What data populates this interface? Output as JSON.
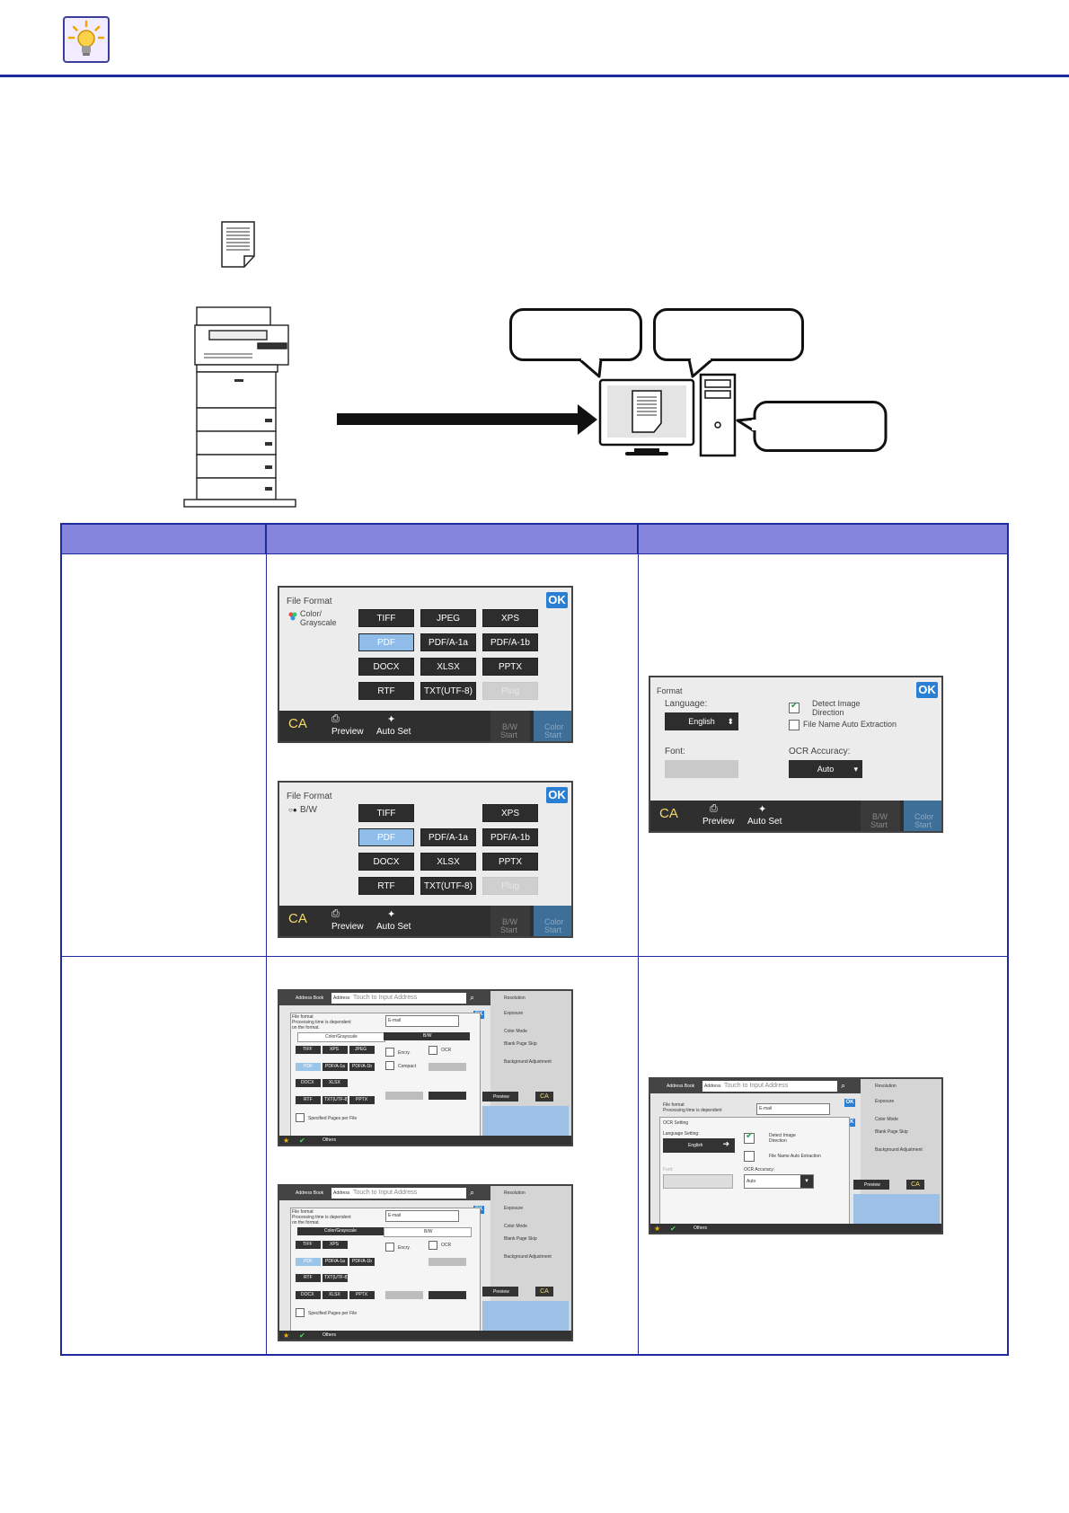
{
  "header": {
    "icon": "lightbulb-icon",
    "rule_color": "#1f2a9c"
  },
  "illustration": {
    "document_icon": "document-icon",
    "printer_icon": "multifunction-printer-icon",
    "computer_icon": "desktop-computer-icon"
  },
  "table": {
    "header_color": "#8685dc",
    "border_color": "#1f2a9c"
  },
  "screens": {
    "file_format_color": {
      "title": "File Format",
      "mode": "Color/ Grayscale",
      "buttons": [
        "TIFF",
        "JPEG",
        "XPS",
        "PDF",
        "PDF/A-1a",
        "PDF/A-1b",
        "DOCX",
        "XLSX",
        "PPTX",
        "RTF",
        "TXT(UTF-8)",
        "Plug"
      ],
      "ok": "OK",
      "bar": {
        "ca": "CA",
        "preview": "Preview",
        "auto_set": "Auto Set",
        "bw_1": "B/W",
        "bw_2": "Start",
        "color_1": "Color",
        "color_2": "Start"
      }
    },
    "file_format_bw": {
      "title": "File Format",
      "mode": "B/W",
      "buttons": [
        "TIFF",
        "XPS",
        "PDF",
        "PDF/A-1a",
        "PDF/A-1b",
        "DOCX",
        "XLSX",
        "PPTX",
        "RTF",
        "TXT(UTF-8)",
        "Plug"
      ],
      "ok": "OK",
      "bar": {
        "ca": "CA",
        "preview": "Preview",
        "auto_set": "Auto Set",
        "bw_1": "B/W",
        "bw_2": "Start",
        "color_1": "Color",
        "color_2": "Start"
      }
    },
    "ocr_format": {
      "title": "Format",
      "language_label": "Language:",
      "language_value": "English",
      "detect_1": "Detect Image",
      "detect_2": "Direction",
      "file_name": "File Name Auto Extraction",
      "font_label": "Font:",
      "ocr_label": "OCR Accuracy:",
      "ocr_value": "Auto",
      "ok": "OK",
      "bar": {
        "ca": "CA",
        "preview": "Preview",
        "auto_set": "Auto Set",
        "bw_1": "B/W",
        "bw_2": "Start",
        "color_1": "Color",
        "color_2": "Start"
      }
    },
    "address_color": {
      "address_book": "Address Book",
      "address": "Address",
      "placeholder": "Touch to Input Address",
      "file_format_1": "File format",
      "file_format_2": "Processing time is dependent",
      "file_format_3": "on the format.",
      "email": "E-mail",
      "tab_color": "Color/Grayscale",
      "tab_bw": "B/W",
      "b1": "TIFF",
      "b2": "XPS",
      "b3": "JPEG",
      "b4": "PDF",
      "b5": "PDF/A-1a",
      "b6": "PDF/A-1b",
      "b7": "DOCX",
      "b8": "XLSX",
      "b9": "PPTX",
      "b10": "RTF",
      "b11": "TXT(UTF-8)",
      "encrypt": "Encry.",
      "compact": "Compact",
      "ocr": "OCR",
      "specified": "Specified Pages per File",
      "others": "Others",
      "side_1": "Resolution",
      "side_2": "Exposure",
      "side_3": "Color Mode",
      "side_4": "Blank Page Skip",
      "side_5": "Background Adjustment",
      "preview": "Preview",
      "ca": "CA",
      "ok": "OK"
    },
    "address_bw": {
      "address_book": "Address Book",
      "address": "Address",
      "placeholder": "Touch to Input Address",
      "file_format_1": "File format",
      "file_format_2": "Processing time is dependent",
      "file_format_3": "on the format.",
      "email": "E-mail",
      "tab_color": "Color/Grayscale",
      "tab_bw": "B/W",
      "b1": "TIFF",
      "b2": "XPS",
      "b4": "PDF",
      "b5": "PDF/A-1a",
      "b6": "PDF/A-1b",
      "b7": "DOCX",
      "b8": "XLSX",
      "b9": "PPTX",
      "b10": "RTF",
      "b11": "TXT(UTF-8)",
      "encrypt": "Encry.",
      "ocr": "OCR",
      "specified": "Specified Pages per File",
      "others": "Others",
      "side_1": "Resolution",
      "side_2": "Exposure",
      "side_3": "Color Mode",
      "side_4": "Blank Page Skip",
      "side_5": "Background Adjustment",
      "preview": "Preview",
      "ca": "CA",
      "ok": "OK"
    },
    "address_ocr": {
      "address_book": "Address Book",
      "address": "Address",
      "placeholder": "Touch to Input Address",
      "file_format_1": "File format",
      "file_format_2": "Processing time is dependent",
      "email": "E-mail",
      "ocr_setting": "OCR Setting",
      "language_setting": "Language Setting:",
      "language_value": "English",
      "detect_1": "Detect Image",
      "detect_2": "Direction",
      "file_name": "File Name Auto Extraction",
      "font": "Font:",
      "ocr_accuracy": "OCR Accuracy:",
      "ocr_value": "Auto",
      "others": "Others",
      "side_1": "Resolution",
      "side_2": "Exposure",
      "side_3": "Color Mode",
      "side_4": "Blank Page Skip",
      "side_5": "Background Adjustment",
      "preview": "Preview",
      "ca": "CA",
      "ok": "OK"
    }
  }
}
